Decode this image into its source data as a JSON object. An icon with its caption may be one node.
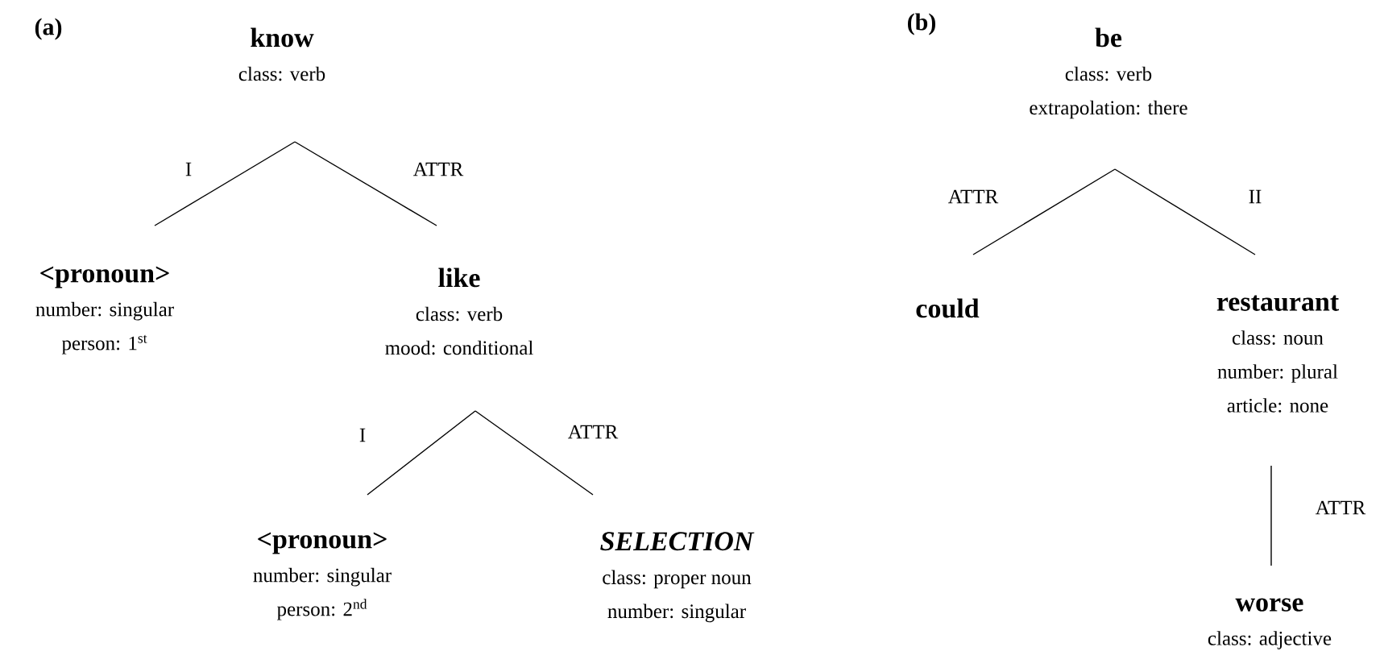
{
  "diagram": {
    "nodes": [
      {
        "text": [
          "know",
          "class: verb"
        ]
      },
      {
        "text": [
          "<pronoun>",
          "number: singular",
          "person: 1$^{st}$"
        ]
      },
      {
        "text": [
          "like",
          "class: verb",
          "mood: conditional"
        ]
      },
      {
        "text": [
          "<pronoun>",
          "number: singular",
          "person: 2$^{nd}$"
        ]
      },
      {
        "text": [
          "SELECTION",
          "class: proper noun",
          "number: singular"
        ]
      },
      {
        "text": [
          "be",
          "class: verb",
          "extrapolation: there"
        ]
      },
      {
        "text": [
          "could"
        ]
      },
      {
        "text": [
          "restaurant",
          "class: noun",
          "number: plural",
          "article: none"
        ]
      },
      {
        "text": [
          "worse",
          "class: adjective"
        ]
      }
    ],
    "edges": [
      {
        "from": 0,
        "to": 1,
        "arrow": "none",
        "label": "I"
      },
      {
        "from": 0,
        "to": 2,
        "arrow": "none",
        "label": "ATTR"
      },
      {
        "from": 2,
        "to": 3,
        "arrow": "none",
        "label": "I"
      },
      {
        "from": 2,
        "to": 4,
        "arrow": "none",
        "label": "ATTR"
      },
      {
        "from": 5,
        "to": 6,
        "arrow": "none",
        "label": "ATTR"
      },
      {
        "from": 5,
        "to": 7,
        "arrow": "none",
        "label": "II"
      },
      {
        "from": 7,
        "to": 8,
        "arrow": "none",
        "label": "ATTR"
      }
    ],
    "labels": [
      "(a)",
      "(b)"
    ]
  }
}
